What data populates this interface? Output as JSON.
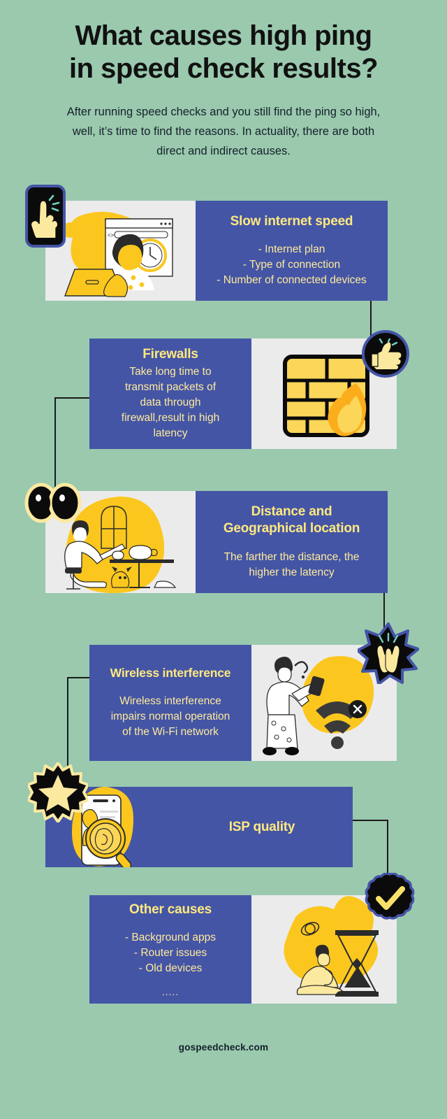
{
  "header": {
    "title_line1": "What causes high ping",
    "title_line2": "in speed check results?",
    "intro": "After running speed checks and you still find the ping so high, well, it’s time to find the reasons. In actuality, there are both direct and indirect causes."
  },
  "colors": {
    "background": "#9ac9ae",
    "panel_blue": "#4455a6",
    "panel_gray": "#ebebeb",
    "accent_yellow": "#fbc71e",
    "text_yellow": "#ffe97f",
    "connector": "#1a1a1a",
    "badge_black": "#0b0b0b"
  },
  "cards": [
    {
      "id": "slow-internet-speed",
      "title": "Slow internet speed",
      "body_lines": [
        "- Internet plan",
        "- Type of connection",
        "- Number of connected devices"
      ],
      "illustration": "woman-laptop-browser-clock",
      "badge": {
        "icon": "index-pointing-up-emoji",
        "shape": "rounded-rect"
      }
    },
    {
      "id": "firewalls",
      "title": "Firewalls",
      "body_lines": [
        "Take long time to",
        "transmit packets of",
        "data through",
        "firewall,result in high",
        "latency"
      ],
      "illustration": "brick-wall-with-flame",
      "badge": {
        "icon": "thumbs-up-emoji",
        "shape": "circle"
      }
    },
    {
      "id": "distance-and-geographical-location",
      "title_line1": "Distance and",
      "title_line2": "Geographical location",
      "body_lines": [
        "The farther the distance, the",
        "higher the latency"
      ],
      "illustration": "man-working-at-desk-with-dog",
      "badge": {
        "icon": "eyes-emoji",
        "shape": "eyes"
      }
    },
    {
      "id": "wireless-interference",
      "title": "Wireless interference",
      "body_lines": [
        "Wireless interference",
        "impairs normal operation",
        "of the Wi-Fi network"
      ],
      "illustration": "woman-phone-no-wifi",
      "badge": {
        "icon": "person-raising-hands-emoji",
        "shape": "starburst"
      }
    },
    {
      "id": "isp-quality",
      "title": "ISP quality",
      "body_lines": [],
      "illustration": "phone-with-magnifier",
      "badge": {
        "icon": "star-emoji",
        "shape": "spiky-star"
      }
    },
    {
      "id": "other-causes",
      "title": "Other causes",
      "body_lines": [
        "- Background apps",
        "- Router issues",
        "- Old devices"
      ],
      "dots": ".....",
      "illustration": "man-sitting-with-hourglass",
      "badge": {
        "icon": "check-mark-emoji",
        "shape": "scalloped"
      }
    }
  ],
  "footer": {
    "website": "gospeedcheck.com"
  }
}
